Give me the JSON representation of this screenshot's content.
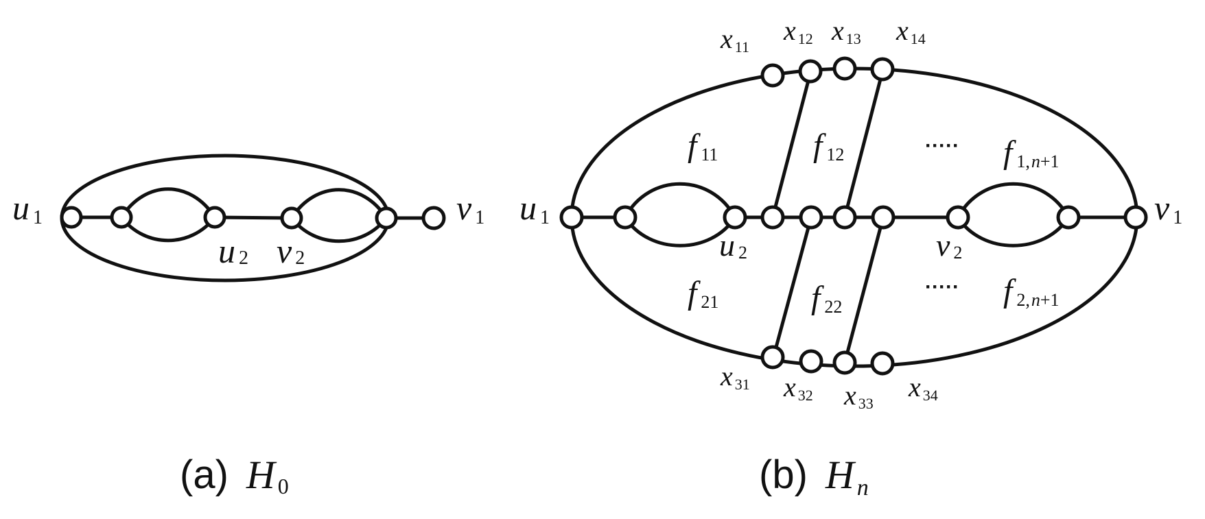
{
  "panel_a": {
    "caption_prefix": "(a)",
    "caption_main": "H",
    "caption_sub": "0",
    "labels": {
      "u1": {
        "main": "u",
        "sub": "1"
      },
      "v1": {
        "main": "v",
        "sub": "1"
      },
      "u2": {
        "main": "u",
        "sub": "2"
      },
      "v2": {
        "main": "v",
        "sub": "2"
      }
    }
  },
  "panel_b": {
    "caption_prefix": "(b)",
    "caption_main": "H",
    "caption_sub": "n",
    "labels": {
      "u1": {
        "main": "u",
        "sub": "1"
      },
      "v1": {
        "main": "v",
        "sub": "1"
      },
      "u2": {
        "main": "u",
        "sub": "2"
      },
      "v2": {
        "main": "v",
        "sub": "2"
      },
      "x11": {
        "main": "x",
        "sub": "11"
      },
      "x12": {
        "main": "x",
        "sub": "12"
      },
      "x13": {
        "main": "x",
        "sub": "13"
      },
      "x14": {
        "main": "x",
        "sub": "14"
      },
      "x31": {
        "main": "x",
        "sub": "31"
      },
      "x32": {
        "main": "x",
        "sub": "32"
      },
      "x33": {
        "main": "x",
        "sub": "33"
      },
      "x34": {
        "main": "x",
        "sub": "34"
      },
      "f11": {
        "main": "f",
        "sub": "11"
      },
      "f12": {
        "main": "f",
        "sub": "12"
      },
      "f1n1": {
        "main": "f",
        "sub": "1,",
        "sub_it": "n",
        "sub_end": "+1"
      },
      "f21": {
        "main": "f",
        "sub": "21"
      },
      "f22": {
        "main": "f",
        "sub": "22"
      },
      "f2n1": {
        "main": "f",
        "sub": "2,",
        "sub_it": "n",
        "sub_end": "+1"
      }
    },
    "ellipsis": "·····"
  }
}
